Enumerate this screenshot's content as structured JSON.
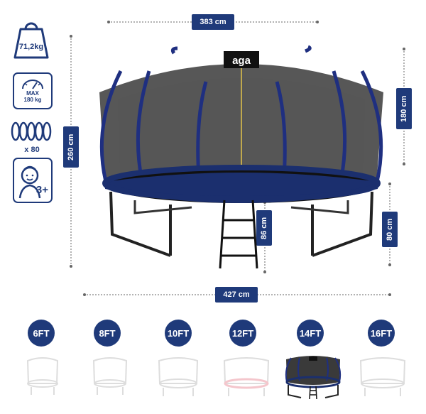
{
  "dimensions": {
    "top_width": "383 cm",
    "bottom_width": "427 cm",
    "total_height": "260 cm",
    "net_height": "180 cm",
    "frame_height": "80 cm",
    "ladder_height": "86 cm"
  },
  "specs": {
    "weight": "71,2kg",
    "max_load_label": "MAX",
    "max_load": "180 kg",
    "springs": "x 80",
    "age": "3+"
  },
  "brand": "aga",
  "sizes": [
    {
      "label": "6FT",
      "selected": false
    },
    {
      "label": "8FT",
      "selected": false
    },
    {
      "label": "10FT",
      "selected": false
    },
    {
      "label": "12FT",
      "selected": false
    },
    {
      "label": "14FT",
      "selected": true
    },
    {
      "label": "16FT",
      "selected": false
    }
  ],
  "colors": {
    "accent": "#1f3a7a",
    "net": "#2b2b2b",
    "pad": "#1b2f6e"
  }
}
